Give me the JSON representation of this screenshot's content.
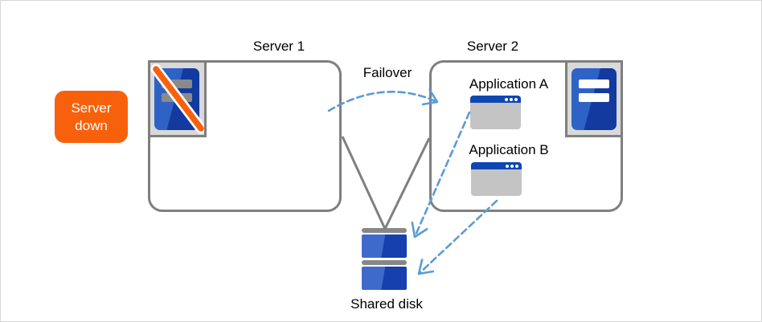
{
  "badge": {
    "text": "Server down"
  },
  "server1": {
    "label": "Server 1"
  },
  "server2": {
    "label": "Server 2",
    "apps": [
      {
        "label": "Application A"
      },
      {
        "label": "Application B"
      }
    ]
  },
  "failover": {
    "label": "Failover"
  },
  "shared_disk": {
    "label": "Shared disk"
  },
  "colors": {
    "badge-orange": "#f8610c",
    "slash-orange": "#f8610c",
    "server-blue": "#2f62c5",
    "server-blue-dark": "#123a9f",
    "window-titlebar-blue": "#0e47b2",
    "window-body-gray": "#c4c4c4",
    "arrow-blue": "#5b9bd5",
    "connector-gray": "#7f7f7f",
    "frame-gray": "#d9d9d9",
    "disk-blue": "#3e6bcb",
    "disk-blue-dark": "#1540ae",
    "disk-bar-gray": "#878787"
  }
}
